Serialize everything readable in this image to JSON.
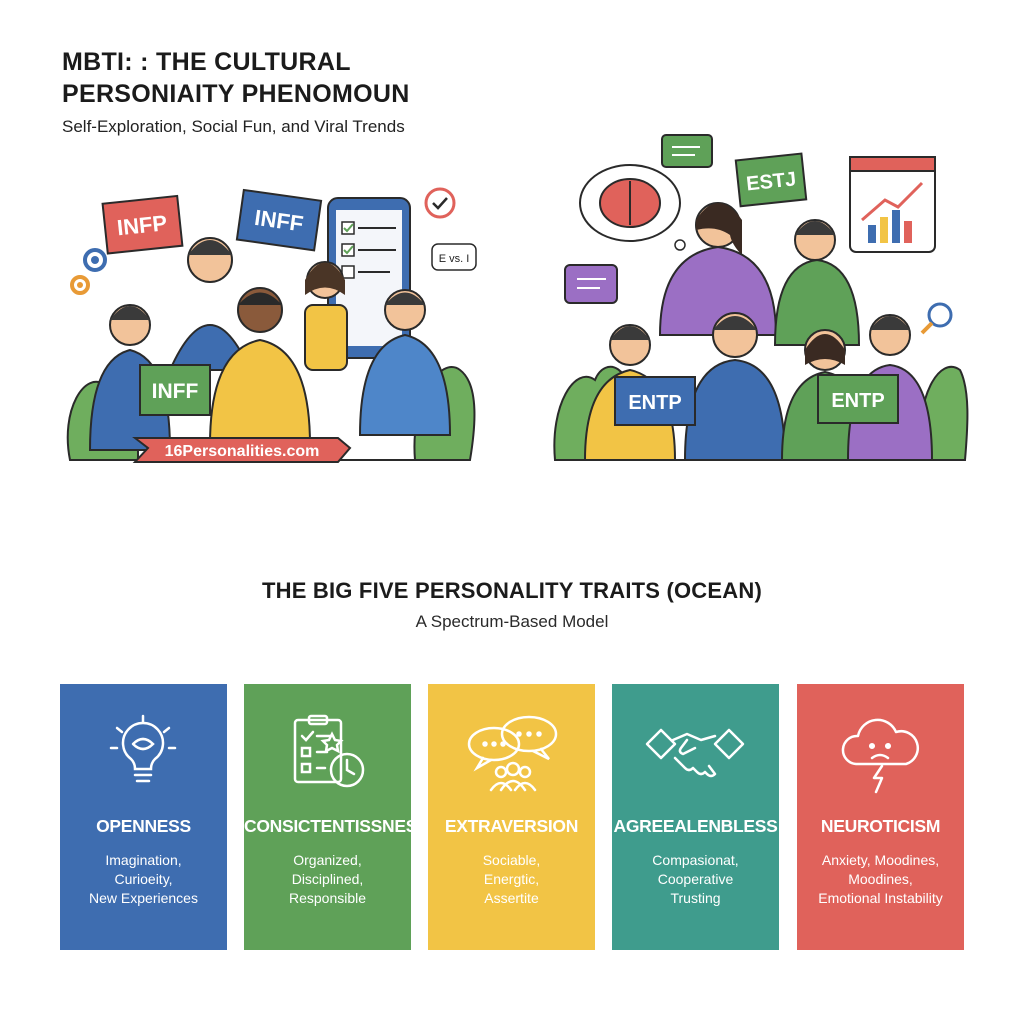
{
  "mbti": {
    "title_line1": "MBTI: : THE CULTURAL",
    "title_line2": "PERSONIAITY PHENOMOUN",
    "subtitle": "Self-Exploration, Social Fun, and Viral Trends",
    "left_scene": {
      "signs": [
        "INFP",
        "INFF",
        "INFF"
      ],
      "bubble_text": "E vs. I",
      "banner_text": "16Personalities.com"
    },
    "right_scene": {
      "signs": [
        "ESTJ",
        "ENTP",
        "ENTP"
      ]
    }
  },
  "ocean": {
    "title": "THE BIG FIVE PERSONALITY TRAITS (OCEAN)",
    "subtitle": "A Spectrum-Based Model",
    "traits": [
      {
        "name": "OPENNESS",
        "lines": [
          "Imagination,",
          "Curioeity,",
          "New Experiences"
        ],
        "color": "#3e6db0",
        "icon": "lightbulb-brain-icon"
      },
      {
        "name": "CONSICTENTISSNESS",
        "lines": [
          "Organized,",
          "Disciplined,",
          "Responsible"
        ],
        "color": "#5fa158",
        "icon": "checklist-clock-icon"
      },
      {
        "name": "EXTRAVERSION",
        "lines": [
          "Sociable,",
          "Energtic,",
          "Assertite"
        ],
        "color": "#f2c445",
        "icon": "chat-group-icon"
      },
      {
        "name": "AGREEALENBLESS",
        "lines": [
          "Compasionat,",
          "Cooperative",
          "Trusting"
        ],
        "color": "#3f9c8d",
        "icon": "handshake-icon"
      },
      {
        "name": "NEUROTICISM",
        "lines": [
          "Anxiety, Moodines,",
          "Moodines,",
          "Emotional Instability"
        ],
        "color": "#e0625b",
        "icon": "storm-cloud-icon"
      }
    ]
  }
}
